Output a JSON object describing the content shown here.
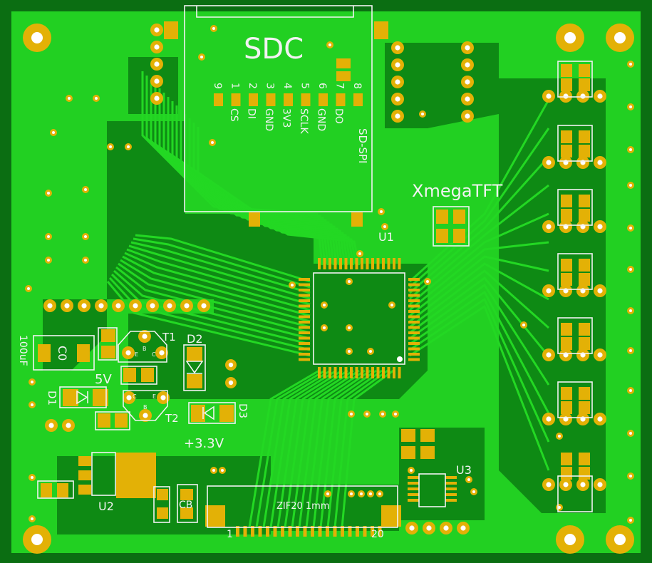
{
  "board": {
    "title": "XmegaTFT",
    "colors": {
      "substrate": "#0b6e12",
      "pour": "#22d022",
      "pour_dark": "#0e8a14",
      "pad": "#e3b106",
      "silk": "#f2f2f2"
    }
  },
  "sd_card": {
    "label": "SDC",
    "interface": "SD-SPI",
    "pin_numbers": [
      "9",
      "1",
      "2",
      "3",
      "4",
      "5",
      "6",
      "7",
      "8"
    ],
    "pin_names": [
      "CS",
      "DI",
      "GND",
      "3V3",
      "SCLK",
      "GND",
      "DO"
    ]
  },
  "components": {
    "u1": "U1",
    "u2": "U2",
    "u3": "U3",
    "t1": "T1",
    "t2": "T2",
    "d1": "D1",
    "d2": "D2",
    "d3": "D3",
    "c0": "C0",
    "c0_value": "100uF",
    "cb": "CB",
    "t1_pins": [
      "B",
      "E",
      "C"
    ],
    "t2_pins": [
      "C",
      "E",
      "B"
    ]
  },
  "rails": {
    "v5": "5V",
    "v33": "+3.3V"
  },
  "connector": {
    "label": "ZIF20 1mm",
    "pin_first": "1",
    "pin_last": "20"
  }
}
